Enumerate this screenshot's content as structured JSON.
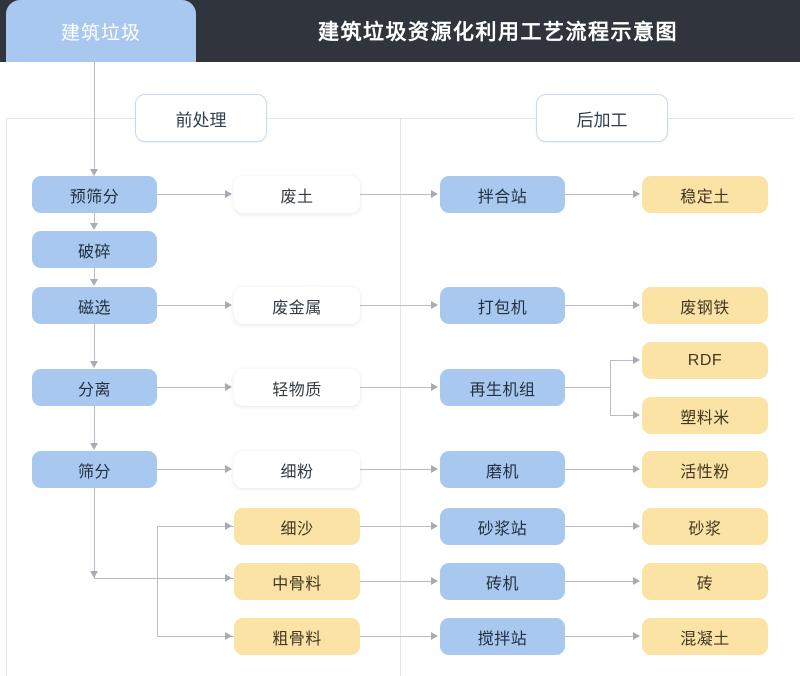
{
  "header": {
    "tab_label": "建筑垃圾",
    "title": "建筑垃圾资源化利用工艺流程示意图",
    "bg_color": "#2f343d",
    "tab_color": "#a8c8ef"
  },
  "sections": [
    {
      "label": "前处理"
    },
    {
      "label": "后加工"
    }
  ],
  "colors": {
    "process_blue": "#a8c8ef",
    "material_white": "#ffffff",
    "product_yellow": "#fbe3a6",
    "connector_gray": "#b9bcc4"
  },
  "flow": {
    "pretreatment_steps": [
      {
        "label": "预筛分"
      },
      {
        "label": "破碎"
      },
      {
        "label": "磁选"
      },
      {
        "label": "分离"
      },
      {
        "label": "筛分"
      }
    ],
    "intermediates": [
      {
        "label": "废土"
      },
      {
        "label": "废金属"
      },
      {
        "label": "轻物质"
      },
      {
        "label": "细粉"
      },
      {
        "label": "细沙"
      },
      {
        "label": "中骨料"
      },
      {
        "label": "粗骨料"
      }
    ],
    "machines": [
      {
        "label": "拌合站"
      },
      {
        "label": "打包机"
      },
      {
        "label": "再生机组"
      },
      {
        "label": "磨机"
      },
      {
        "label": "砂浆站"
      },
      {
        "label": "砖机"
      },
      {
        "label": "搅拌站"
      }
    ],
    "products": [
      {
        "label": "稳定土"
      },
      {
        "label": "废钢铁"
      },
      {
        "label": "RDF"
      },
      {
        "label": "塑料米"
      },
      {
        "label": "活性粉"
      },
      {
        "label": "砂浆"
      },
      {
        "label": "砖"
      },
      {
        "label": "混凝土"
      }
    ]
  }
}
